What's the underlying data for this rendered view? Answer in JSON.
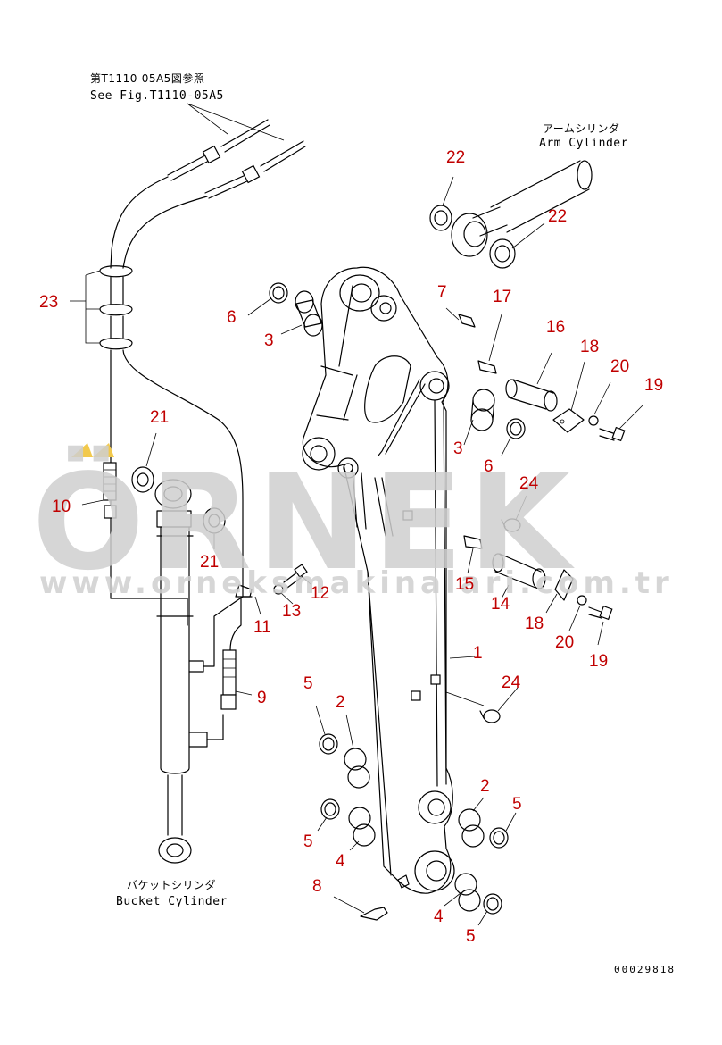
{
  "references": {
    "fig_ref_jp": "第T1110-05A5図参照",
    "fig_ref_en": "See Fig.T1110-05A5",
    "arm_cylinder_jp": "アームシリンダ",
    "arm_cylinder_en": "Arm Cylinder",
    "bucket_cylinder_jp": "バケットシリンダ",
    "bucket_cylinder_en": "Bucket Cylinder"
  },
  "watermark": {
    "brand": "ÖRNEK",
    "url": "www.orneksmakinalari.com.tr",
    "accent_color": "#f2c94c"
  },
  "drawing_code": "00029818",
  "callouts": [
    {
      "id": "c22a",
      "label": "22"
    },
    {
      "id": "c22b",
      "label": "22"
    },
    {
      "id": "c23",
      "label": "23"
    },
    {
      "id": "c7",
      "label": "7"
    },
    {
      "id": "c17",
      "label": "17"
    },
    {
      "id": "c6a",
      "label": "6"
    },
    {
      "id": "c3a",
      "label": "3"
    },
    {
      "id": "c16",
      "label": "16"
    },
    {
      "id": "c18a",
      "label": "18"
    },
    {
      "id": "c20a",
      "label": "20"
    },
    {
      "id": "c19a",
      "label": "19"
    },
    {
      "id": "c21a",
      "label": "21"
    },
    {
      "id": "c3b",
      "label": "3"
    },
    {
      "id": "c6b",
      "label": "6"
    },
    {
      "id": "c10",
      "label": "10"
    },
    {
      "id": "c24a",
      "label": "24"
    },
    {
      "id": "c21b",
      "label": "21"
    },
    {
      "id": "c12",
      "label": "12"
    },
    {
      "id": "c15",
      "label": "15"
    },
    {
      "id": "c14",
      "label": "14"
    },
    {
      "id": "c13",
      "label": "13"
    },
    {
      "id": "c11",
      "label": "11"
    },
    {
      "id": "c18b",
      "label": "18"
    },
    {
      "id": "c20b",
      "label": "20"
    },
    {
      "id": "c19b",
      "label": "19"
    },
    {
      "id": "c1",
      "label": "1"
    },
    {
      "id": "c5a",
      "label": "5"
    },
    {
      "id": "c24b",
      "label": "24"
    },
    {
      "id": "c9",
      "label": "9"
    },
    {
      "id": "c2a",
      "label": "2"
    },
    {
      "id": "c2b",
      "label": "2"
    },
    {
      "id": "c5b",
      "label": "5"
    },
    {
      "id": "c5c",
      "label": "5"
    },
    {
      "id": "c4a",
      "label": "4"
    },
    {
      "id": "c8",
      "label": "8"
    },
    {
      "id": "c4b",
      "label": "4"
    },
    {
      "id": "c5d",
      "label": "5"
    }
  ]
}
